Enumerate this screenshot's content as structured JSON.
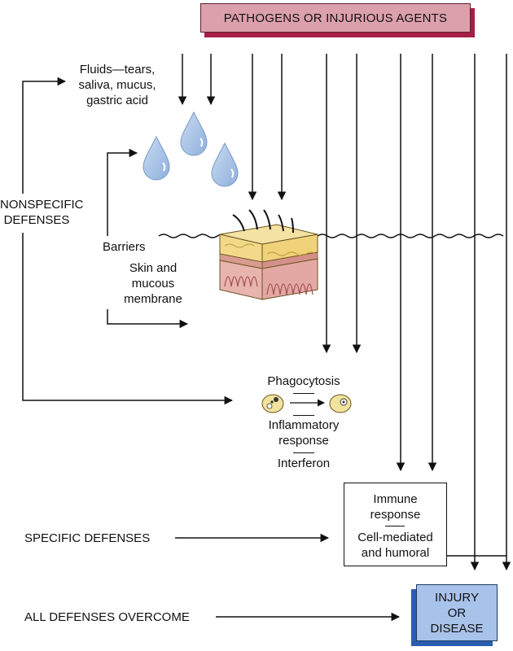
{
  "header": {
    "title": "PATHOGENS OR INJURIOUS AGENTS"
  },
  "fluids": {
    "line1": "Fluids—tears,",
    "line2": "saliva, mucus,",
    "line3": "gastric acid"
  },
  "nonspecific": {
    "line1": "NONSPECIFIC",
    "line2": "DEFENSES"
  },
  "barriers": {
    "title": "Barriers",
    "line1": "Skin and",
    "line2": "mucous",
    "line3": "membrane"
  },
  "phagocytosis": {
    "label": "Phagocytosis"
  },
  "inflammatory": {
    "line1": "Inflammatory",
    "line2": "response"
  },
  "interferon": {
    "label": "Interferon"
  },
  "immune": {
    "line1": "Immune",
    "line2": "response",
    "line3": "Cell-mediated",
    "line4": "and humoral"
  },
  "specific": {
    "label": "SPECIFIC DEFENSES"
  },
  "overcome": {
    "label": "ALL DEFENSES OVERCOME"
  },
  "outcome": {
    "line1": "INJURY",
    "line2": "OR",
    "line3": "DISEASE"
  },
  "colors": {
    "pathogen_box": "#dca0ac",
    "pathogen_shadow": "#a81d45",
    "droplet": "#a9c4e6",
    "outcome_box": "#a8c3ea",
    "outcome_shadow": "#2a5db0",
    "skin_fat": "#f2d98a",
    "skin_dermis": "#e8b4ae"
  }
}
